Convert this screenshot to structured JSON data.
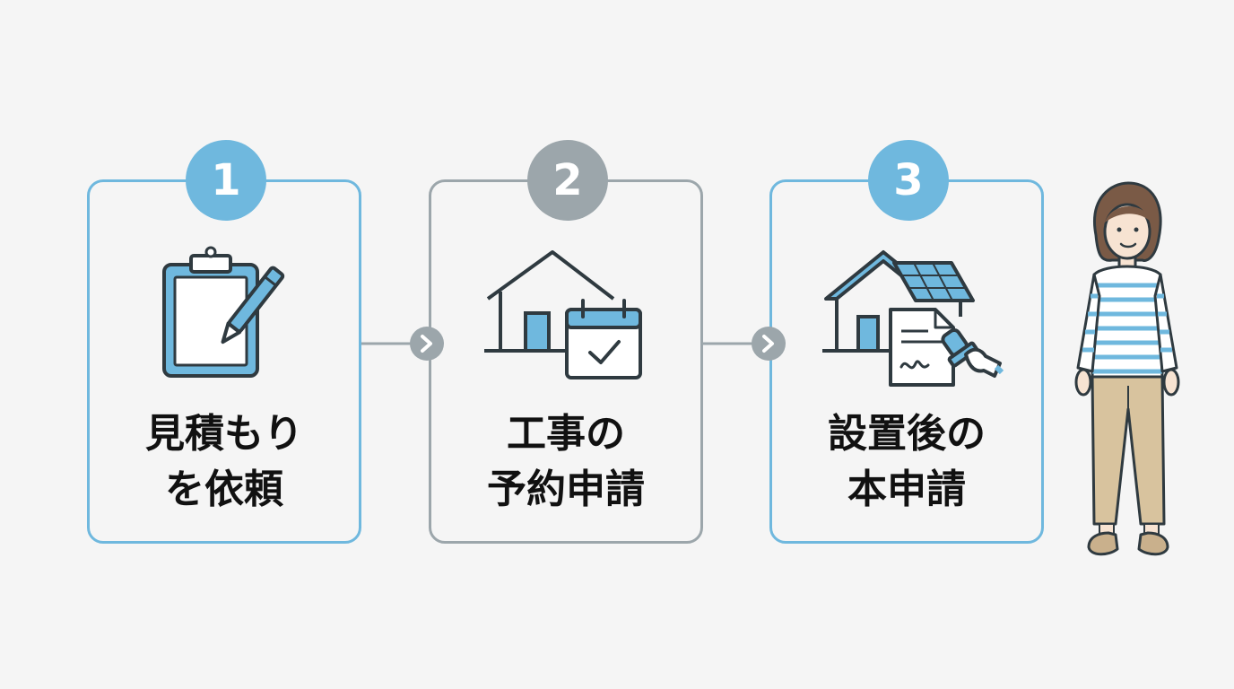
{
  "steps": [
    {
      "number": "1",
      "title": "見積もり\nを依頼",
      "icon": "clipboard-pen-icon",
      "accent": "#6fb8de"
    },
    {
      "number": "2",
      "title": "工事の\n予約申請",
      "icon": "house-calendar-icon",
      "accent": "#9ca6ab"
    },
    {
      "number": "3",
      "title": "設置後の\n本申請",
      "icon": "solar-house-stamp-icon",
      "accent": "#6fb8de"
    }
  ],
  "connector_icon": "chevron-right-icon",
  "figure": "woman-standing",
  "colors": {
    "blue": "#6fb8de",
    "gray": "#9ca6ab",
    "outline": "#2f3a40",
    "background": "#f5f5f5"
  }
}
